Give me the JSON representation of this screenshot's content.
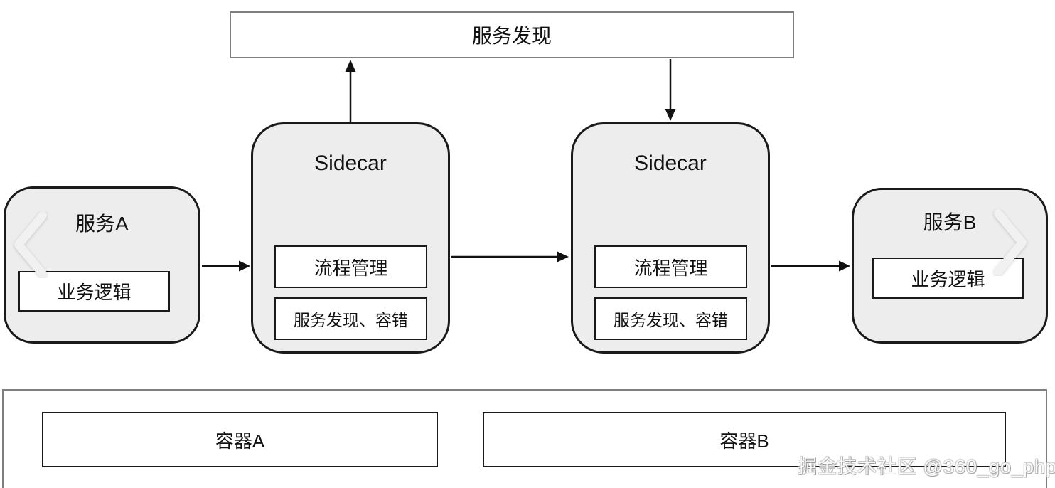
{
  "diagram": {
    "discovery_box": {
      "label": "服务发现"
    },
    "services": [
      {
        "name": "服务A",
        "inner": "业务逻辑"
      },
      {
        "name": "服务B",
        "inner": "业务逻辑"
      }
    ],
    "sidecars": [
      {
        "title": "Sidecar",
        "modules": [
          "流程管理",
          "服务发现、容错"
        ]
      },
      {
        "title": "Sidecar",
        "modules": [
          "流程管理",
          "服务发现、容错"
        ]
      }
    ],
    "containers": [
      {
        "label": "容器A"
      },
      {
        "label": "容器B"
      }
    ],
    "watermark": "掘金技术社区 @360_go_php",
    "colors": {
      "node_fill": "#ededed",
      "node_border": "#1a1a1a",
      "plain_border": "#7f7f7f",
      "arrow": "#111111",
      "chevron": "#f1f1f1"
    },
    "icons": {
      "prev": "chevron-left",
      "next": "chevron-right"
    }
  }
}
